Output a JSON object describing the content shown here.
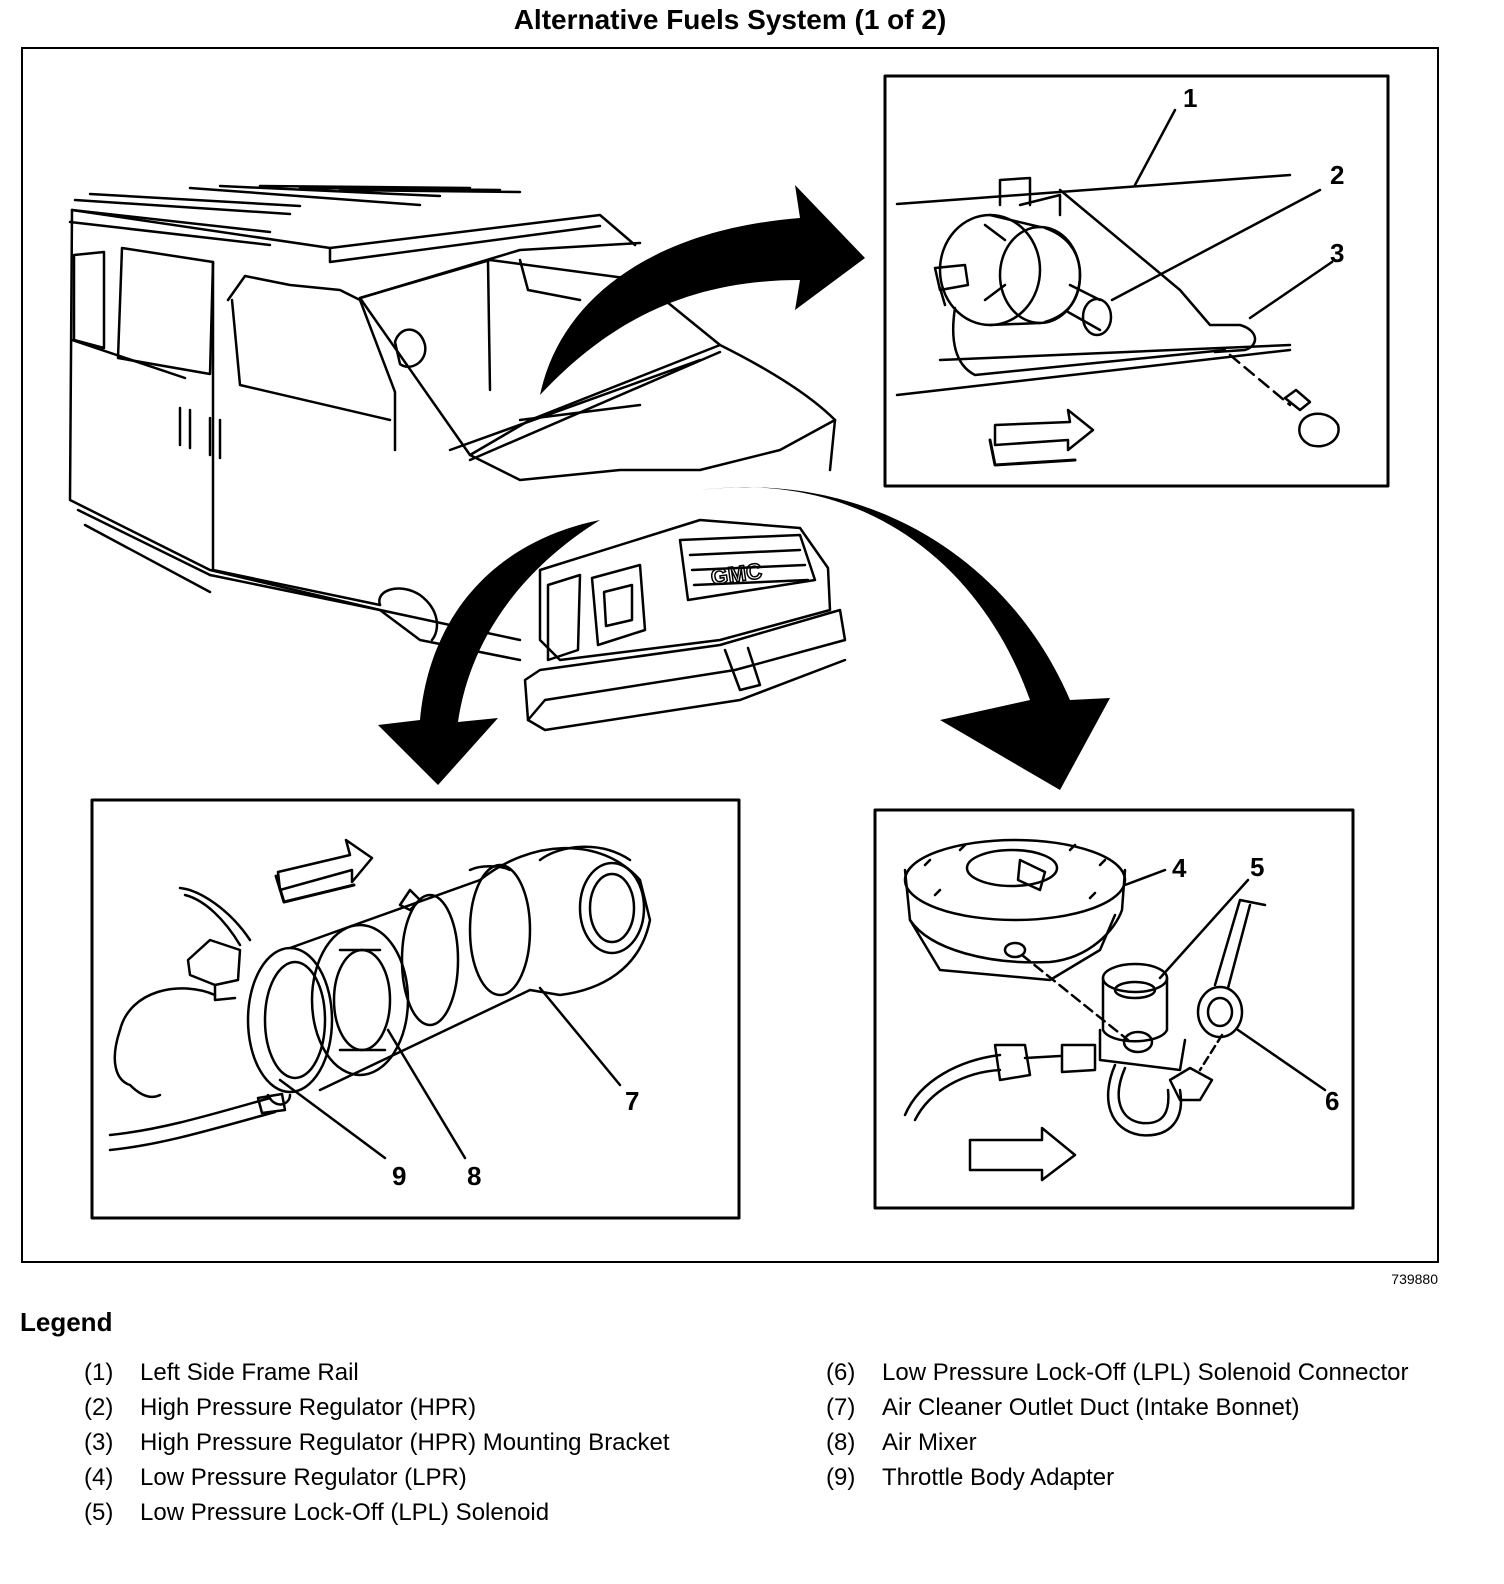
{
  "title": "Alternative Fuels System (1 of 2)",
  "figure_id": "739880",
  "legend": {
    "heading": "Legend",
    "items": [
      {
        "num": "(1)",
        "text": "Left Side Frame Rail"
      },
      {
        "num": "(2)",
        "text": "High Pressure Regulator (HPR)"
      },
      {
        "num": "(3)",
        "text": "High Pressure Regulator (HPR) Mounting Bracket"
      },
      {
        "num": "(4)",
        "text": "Low Pressure Regulator (LPR)"
      },
      {
        "num": "(5)",
        "text": "Low Pressure Lock-Off (LPL) Solenoid"
      },
      {
        "num": "(6)",
        "text": "Low Pressure Lock-Off (LPL) Solenoid Connector"
      },
      {
        "num": "(7)",
        "text": "Air Cleaner Outlet Duct (Intake Bonnet)"
      },
      {
        "num": "(8)",
        "text": "Air Mixer"
      },
      {
        "num": "(9)",
        "text": "Throttle Body Adapter"
      }
    ]
  },
  "callouts": [
    "1",
    "2",
    "3",
    "4",
    "5",
    "6",
    "7",
    "8",
    "9"
  ],
  "badge_text": "GMC"
}
